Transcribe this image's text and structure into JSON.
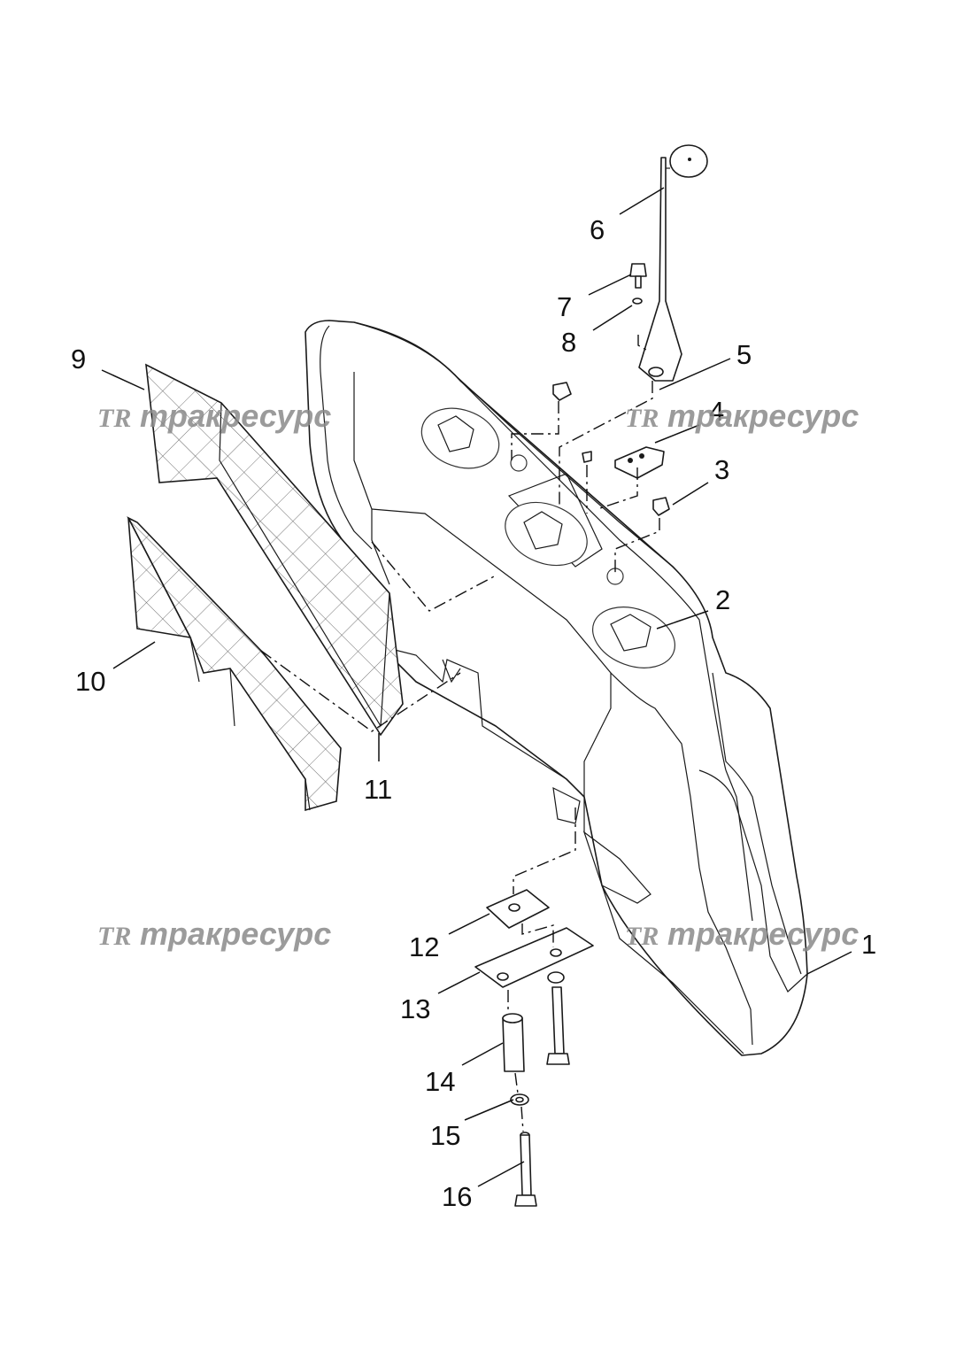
{
  "diagram": {
    "callouts": [
      {
        "id": "1",
        "label": "1"
      },
      {
        "id": "2",
        "label": "2"
      },
      {
        "id": "3",
        "label": "3"
      },
      {
        "id": "4",
        "label": "4"
      },
      {
        "id": "5",
        "label": "5"
      },
      {
        "id": "6",
        "label": "6"
      },
      {
        "id": "7",
        "label": "7"
      },
      {
        "id": "8",
        "label": "8"
      },
      {
        "id": "9",
        "label": "9"
      },
      {
        "id": "10",
        "label": "10"
      },
      {
        "id": "11",
        "label": "11"
      },
      {
        "id": "12",
        "label": "12"
      },
      {
        "id": "13",
        "label": "13"
      },
      {
        "id": "14",
        "label": "14"
      },
      {
        "id": "15",
        "label": "15"
      },
      {
        "id": "16",
        "label": "16"
      }
    ],
    "watermark": {
      "logo_text": "TR",
      "brand_text": "тракресурс",
      "color": "#8a8a8a"
    }
  }
}
